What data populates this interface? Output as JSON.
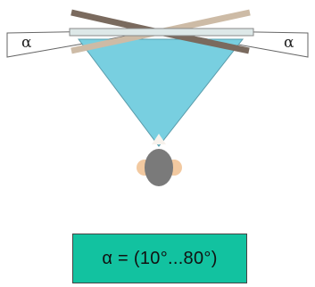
{
  "labels": {
    "left_angle": "α",
    "right_angle": "α"
  },
  "formula": "α = (10°...80°)",
  "colors": {
    "view_cone": "#78cfe0",
    "panel_dark": "#7a6a5e",
    "panel_light": "#cdbba6",
    "formula_box": "#12c2a0",
    "head": "#7a7a7a",
    "ears": "#f2c9a0"
  },
  "icons": [
    "viewer-head-icon"
  ]
}
